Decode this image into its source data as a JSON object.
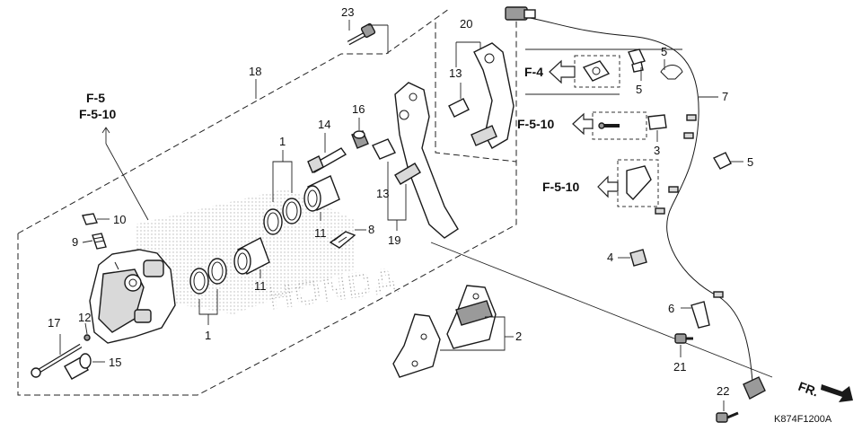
{
  "diagram_code": "K874F1200A",
  "direction_label": "FR.",
  "ref_labels": {
    "f5": "F-5",
    "f5_10_main": "F-5-10",
    "f4": "F-4",
    "f5_10_bolt": "F-5-10",
    "f5_10_bracket": "F-5-10"
  },
  "callouts": {
    "p1_top": "1",
    "p1_bottom": "1",
    "p2": "2",
    "p3": "3",
    "p4": "4",
    "p5_a": "5",
    "p5_b": "5",
    "p5_c": "5",
    "p6": "6",
    "p7": "7",
    "p8": "8",
    "p9": "9",
    "p10": "10",
    "p11_a": "11",
    "p11_b": "11",
    "p12": "12",
    "p13_a": "13",
    "p13_b": "13",
    "p14": "14",
    "p15": "15",
    "p16": "16",
    "p17": "17",
    "p18": "18",
    "p19": "19",
    "p20": "20",
    "p21": "21",
    "p22": "22",
    "p23": "23"
  },
  "watermark_text": "HONDA"
}
